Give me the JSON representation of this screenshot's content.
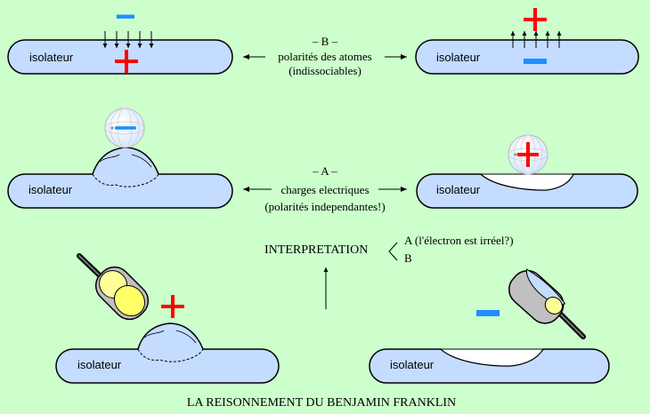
{
  "labels": {
    "insulator_1": "isolateur",
    "insulator_2": "isolateur",
    "insulator_3": "isolateur",
    "insulator_4": "isolateur",
    "insulator_5": "isolateur",
    "insulator_6": "isolateur"
  },
  "signs": {
    "minus": "−",
    "plus": "+"
  },
  "b_section": {
    "letter": "– B –",
    "line1": "polarités des atomes",
    "line2": "(indissociables)"
  },
  "a_section": {
    "letter": "– A –",
    "line1": "charges electriques",
    "line2": "(polarités independantes!)"
  },
  "interpretation": {
    "title": "INTERPRETATION",
    "option_a": "A  (l'électron est irréel?)",
    "option_b": "B"
  },
  "caption": "LA REISONNEMENT DU BENJAMIN FRANKLIN",
  "colors": {
    "background": "#ccffcc",
    "insulator_fill": "#c4dcff",
    "plus": "#ff0000",
    "minus": "#1e90ff",
    "cup_handle": "#000000",
    "cup_fill": "#ffff99"
  }
}
